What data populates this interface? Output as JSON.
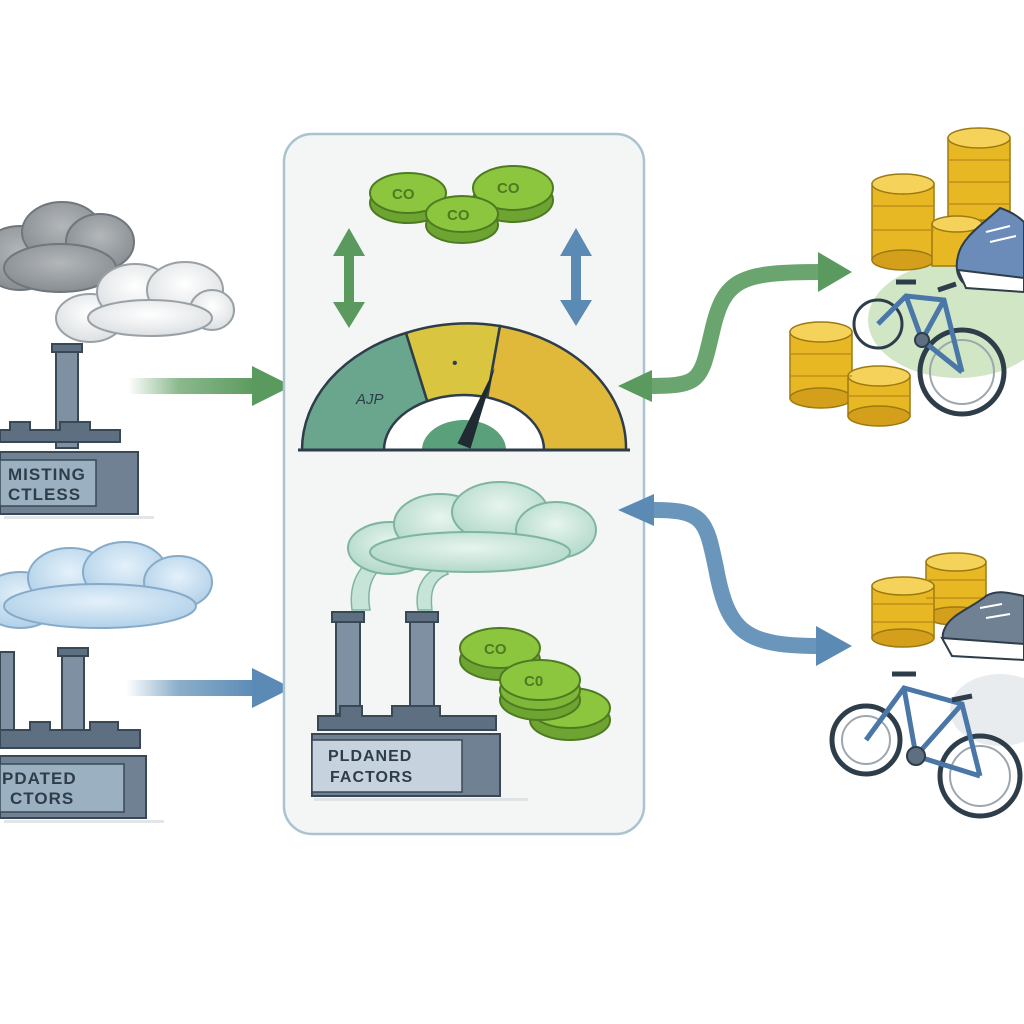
{
  "factories": {
    "top_left_sign": [
      "MISTING",
      "CTLESS"
    ],
    "bottom_left_sign": [
      "PDATED",
      "CTORS"
    ],
    "center_sign": [
      "PLDANED",
      "FACTORS"
    ]
  },
  "coins": {
    "label": "CO",
    "label_alt": "C0"
  },
  "gauge": {
    "left_segment_label": "AJP",
    "center_segment_label": "•",
    "needle_fraction": 0.62
  },
  "colors": {
    "green": "#5a9a5e",
    "blue": "#5b8bb5",
    "gauge_teal": "#6aa58e",
    "gauge_yellow": "#d9c53f",
    "gauge_mustard": "#e0b93a",
    "coin_green": "#8cc63f",
    "coin_gold": "#e8b824",
    "factory": "#6f8192",
    "panel_border": "#a9c3cf"
  },
  "icons": [
    "smoke-cloud-icon",
    "factory-icon",
    "coin-stack-icon",
    "gauge-icon",
    "bicycle-icon",
    "sneaker-icon",
    "double-arrow-icon"
  ]
}
